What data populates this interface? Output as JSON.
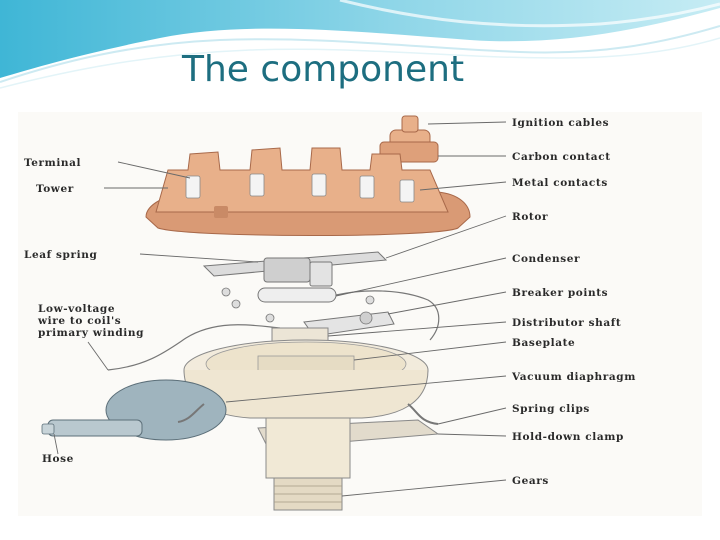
{
  "slide": {
    "title": "The component"
  },
  "diagram": {
    "labels": {
      "ignition_cables": "Ignition cables",
      "carbon_contact": "Carbon contact",
      "metal_contacts": "Metal contacts",
      "rotor": "Rotor",
      "condenser": "Condenser",
      "breaker_points": "Breaker points",
      "distributor_shaft": "Distributor shaft",
      "baseplate": "Baseplate",
      "vacuum_diaphragm": "Vacuum diaphragm",
      "spring_clips": "Spring clips",
      "hold_down_clamp": "Hold-down clamp",
      "gears": "Gears",
      "terminal": "Terminal",
      "tower": "Tower",
      "leaf_spring": "Leaf spring",
      "low_voltage_line1": "Low-voltage",
      "low_voltage_line2": "wire to coil's",
      "low_voltage_line3": "primary winding",
      "hose": "Hose"
    },
    "colors": {
      "cap": "#e8b08a",
      "cap_shadow": "#c98a66",
      "metal": "#e6e6e6",
      "body": "#f0e6d2",
      "diaphragm": "#9fb4be",
      "title": "#1d6e80"
    }
  }
}
